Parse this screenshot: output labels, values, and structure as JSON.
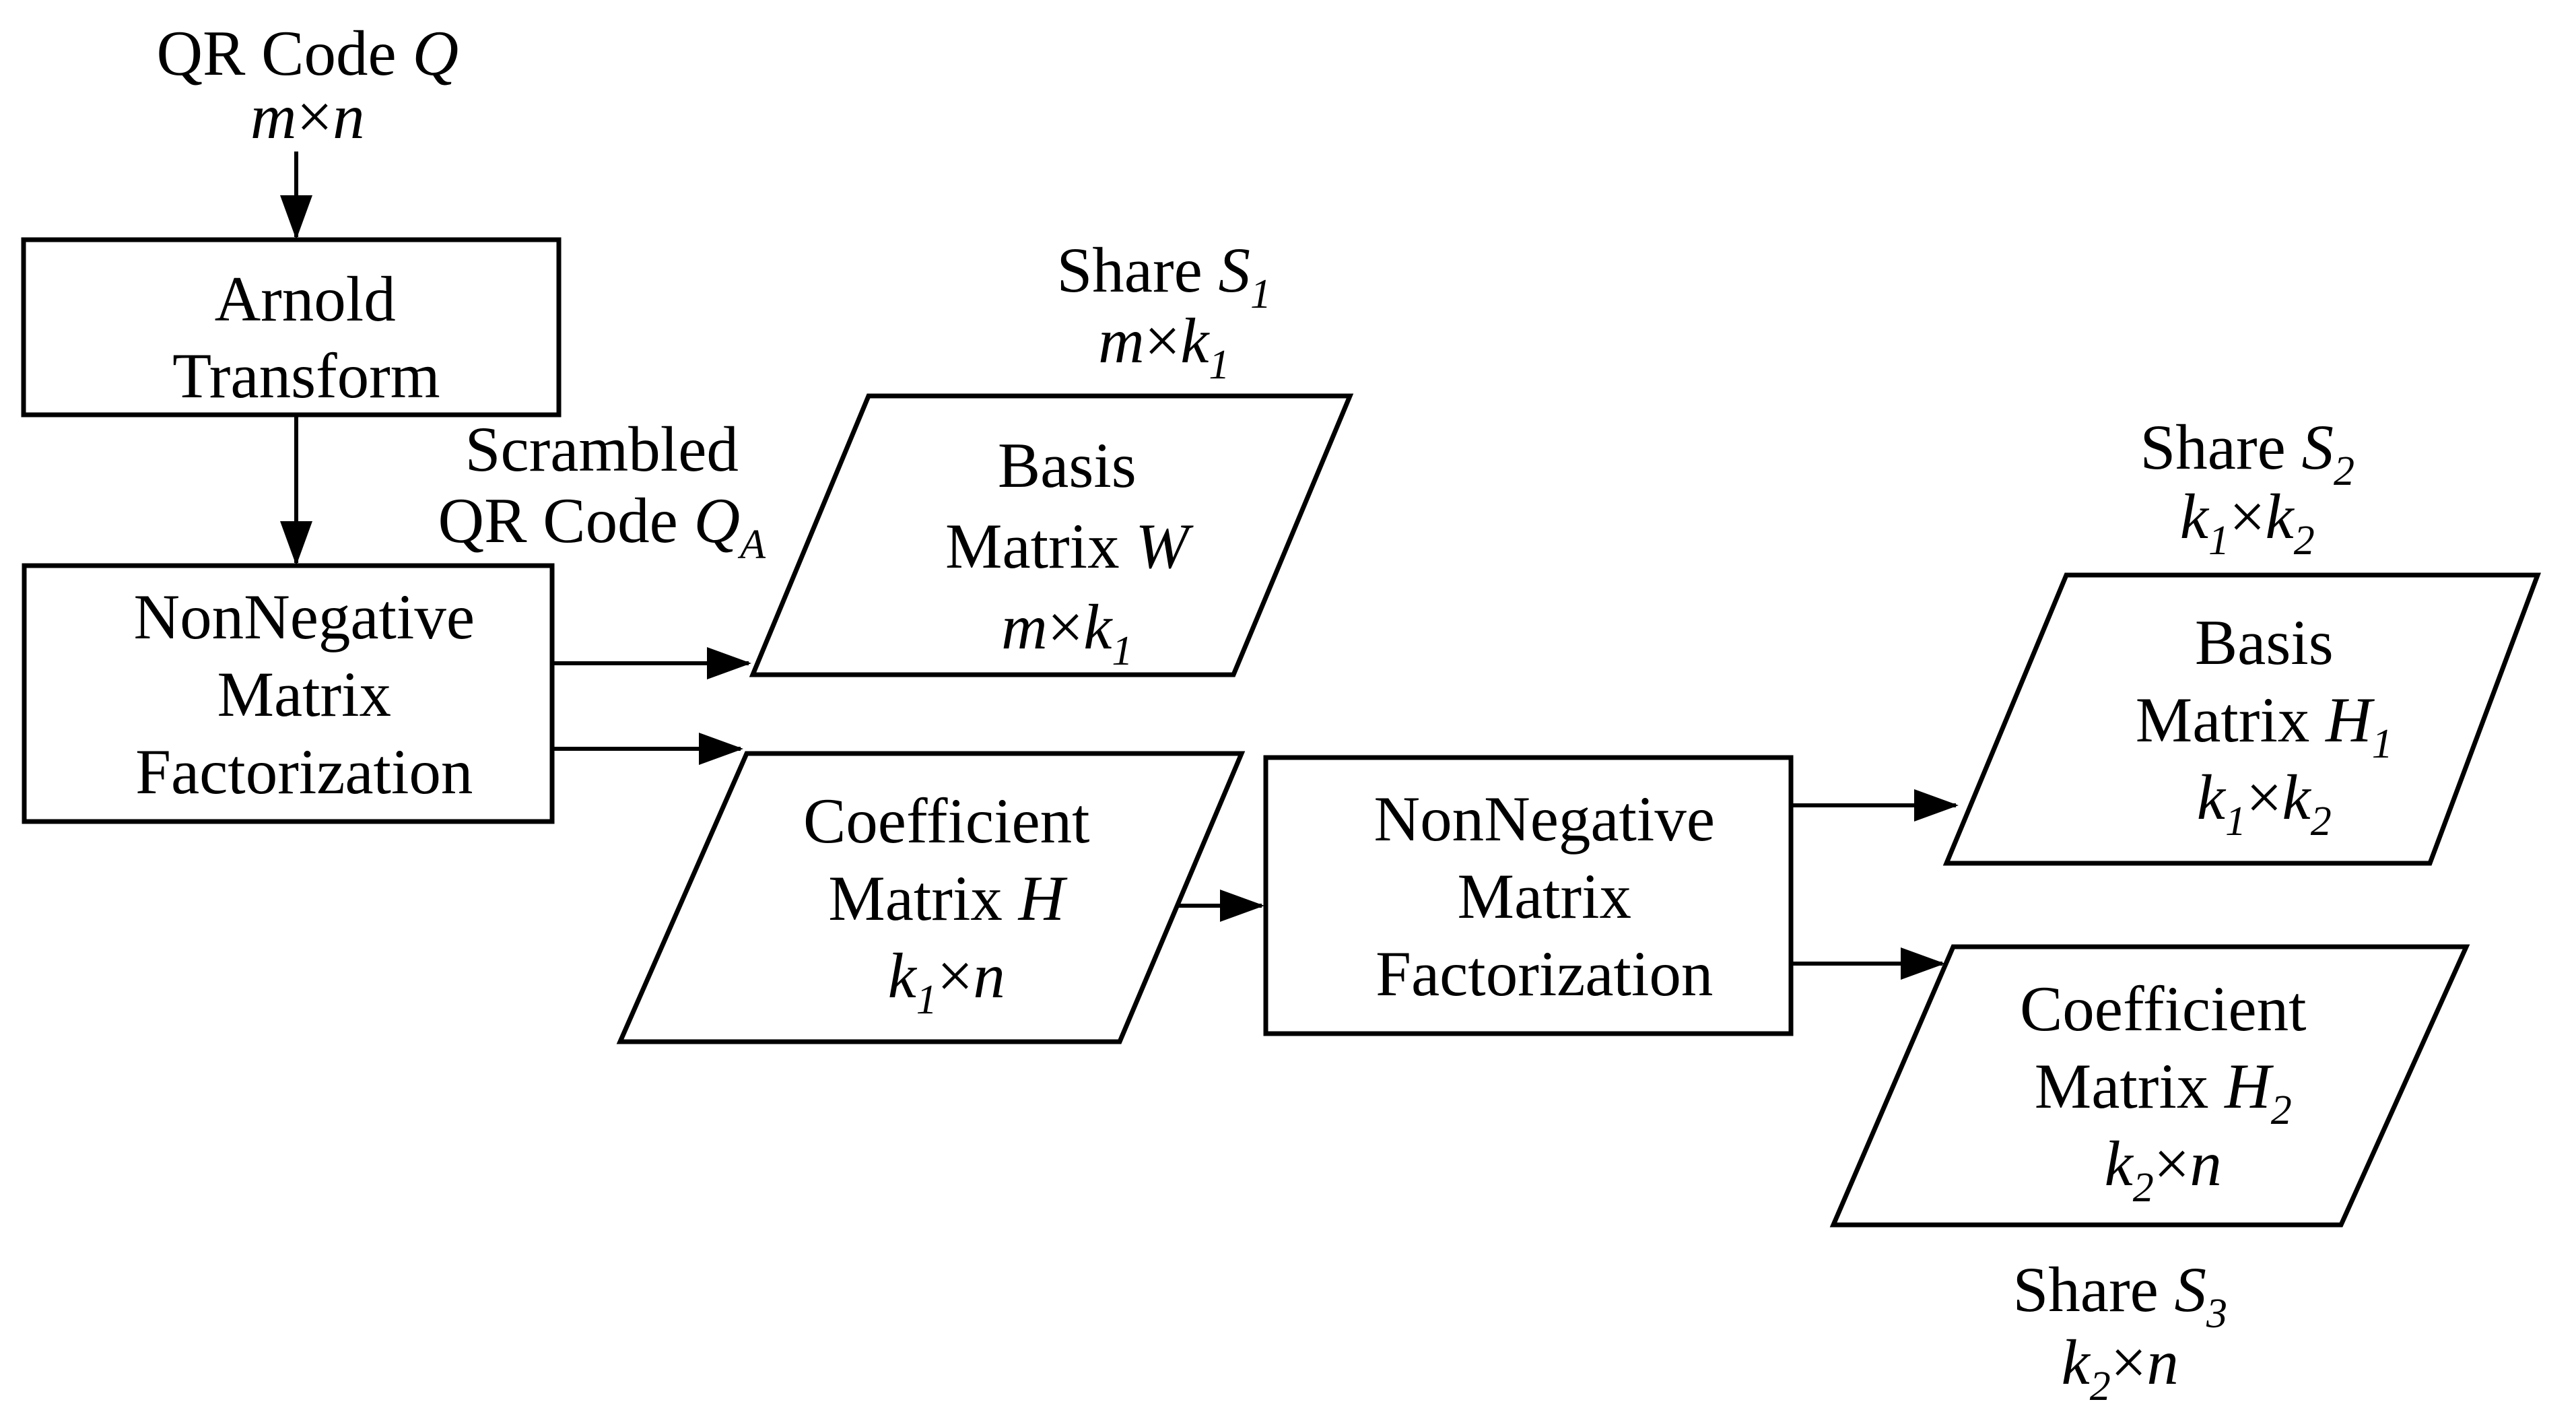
{
  "diagram": {
    "qr_input": {
      "name": "QR Code ",
      "var": "Q",
      "dim_left": "m",
      "times": "×",
      "dim_right": "n"
    },
    "arnold": {
      "line1": "Arnold",
      "line2": "Transform"
    },
    "scrambled": {
      "line1": "Scrambled",
      "line2": "QR Code ",
      "var": "Q",
      "sub": "A"
    },
    "nmf1": {
      "line1": "NonNegative",
      "line2": "Matrix",
      "line3": "Factorization"
    },
    "nmf2": {
      "line1": "NonNegative",
      "line2": "Matrix",
      "line3": "Factorization"
    },
    "share1": {
      "name": "Share ",
      "var": "S",
      "sub": "1",
      "dim_left": "m",
      "times": "×",
      "dim_right": "k",
      "dim_right_sub": "1"
    },
    "basis_w": {
      "line1": "Basis",
      "line2": "Matrix ",
      "var": "W",
      "dim_left": "m",
      "times": "×",
      "dim_right": "k",
      "dim_right_sub": "1"
    },
    "coeff_h": {
      "line1": "Coefficient",
      "line2": "Matrix ",
      "var": "H",
      "dim_left": "k",
      "dim_left_sub": "1",
      "times": "×",
      "dim_right": "n"
    },
    "share2": {
      "name": "Share ",
      "var": "S",
      "sub": "2",
      "dim_left": "k",
      "dim_left_sub": "1",
      "times": "×",
      "dim_right": "k",
      "dim_right_sub": "2"
    },
    "basis_h1": {
      "line1": "Basis",
      "line2": "Matrix ",
      "var": "H",
      "var_sub": "1",
      "dim_left": "k",
      "dim_left_sub": "1",
      "times": "×",
      "dim_right": "k",
      "dim_right_sub": "2"
    },
    "coeff_h2": {
      "line1": "Coefficient",
      "line2": "Matrix ",
      "var": "H",
      "var_sub": "2",
      "dim_left": "k",
      "dim_left_sub": "2",
      "times": "×",
      "dim_right": "n"
    },
    "share3": {
      "name": "Share ",
      "var": "S",
      "sub": "3",
      "dim_left": "k",
      "dim_left_sub": "2",
      "times": "×",
      "dim_right": "n"
    },
    "colors": {
      "ink": "#000000",
      "background": "#ffffff"
    }
  }
}
